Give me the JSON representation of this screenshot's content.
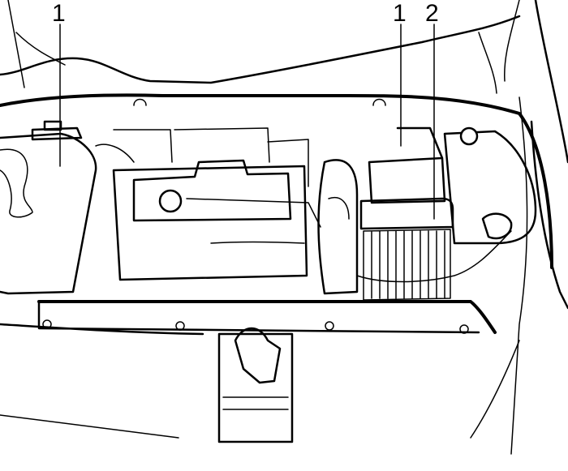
{
  "figure": {
    "callouts": [
      {
        "id": "1",
        "label": "1"
      },
      {
        "id": "1b",
        "label": "1"
      },
      {
        "id": "2",
        "label": "2"
      }
    ]
  }
}
